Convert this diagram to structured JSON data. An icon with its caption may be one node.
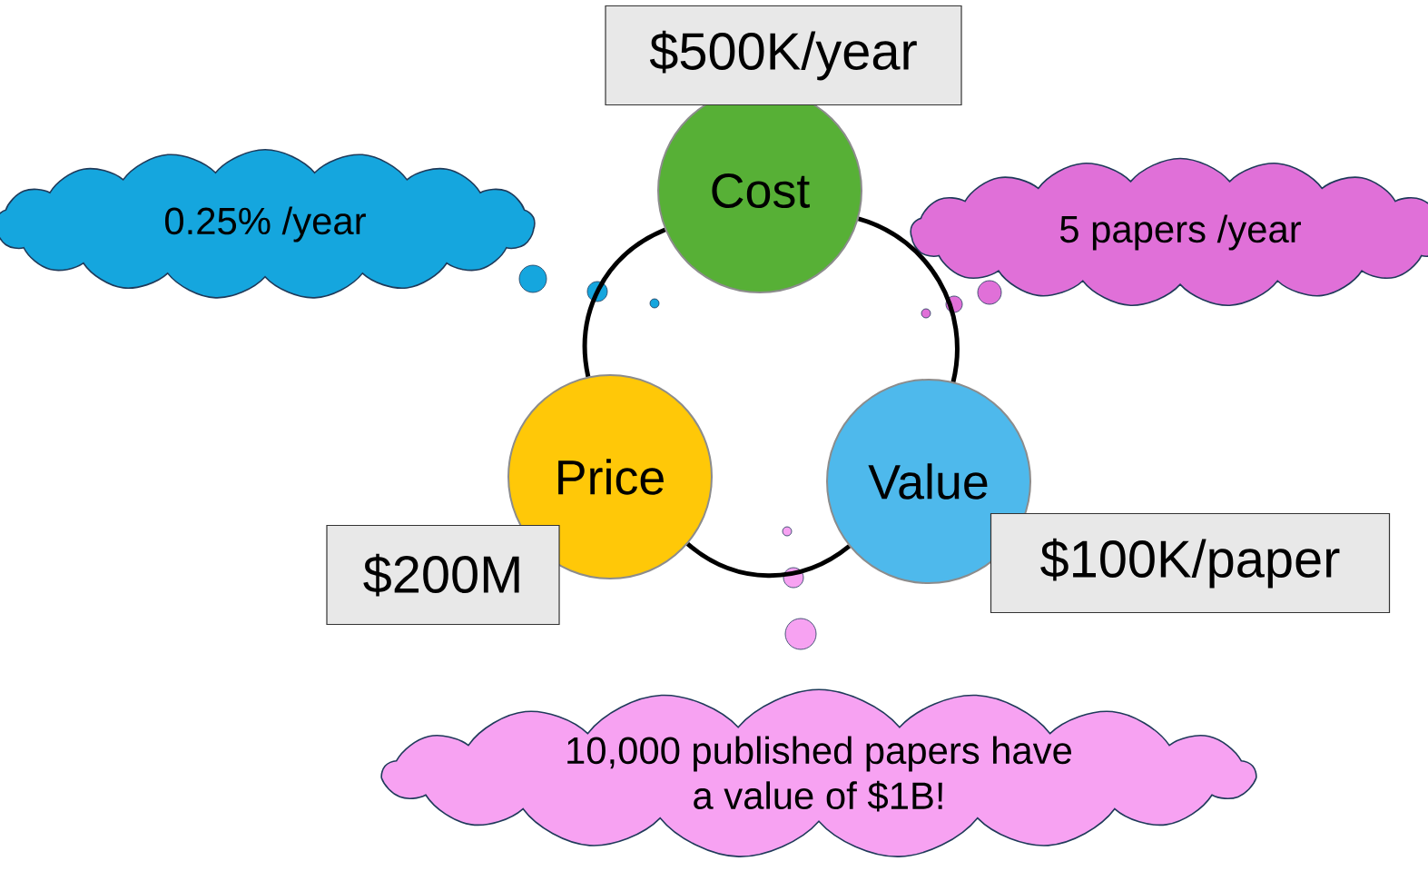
{
  "diagram": {
    "nodes": [
      {
        "text": [
          "$500K/year"
        ]
      },
      {
        "text": [
          "Cost"
        ]
      },
      {
        "text": [
          "0.25% /year"
        ]
      },
      {
        "text": [
          "5 papers /year"
        ]
      },
      {
        "text": [
          "Price"
        ]
      },
      {
        "text": [
          "Value"
        ]
      },
      {
        "text": [
          "$200M"
        ]
      },
      {
        "text": [
          "$100K/paper"
        ]
      },
      {
        "text": [
          "10,000 published papers have a value of $1B!"
        ]
      }
    ],
    "edges": [
      {
        "from": 1,
        "to": 5,
        "arrow": "none"
      },
      {
        "from": 5,
        "to": 4,
        "arrow": "none"
      },
      {
        "from": 4,
        "to": 1,
        "arrow": "none"
      }
    ]
  }
}
